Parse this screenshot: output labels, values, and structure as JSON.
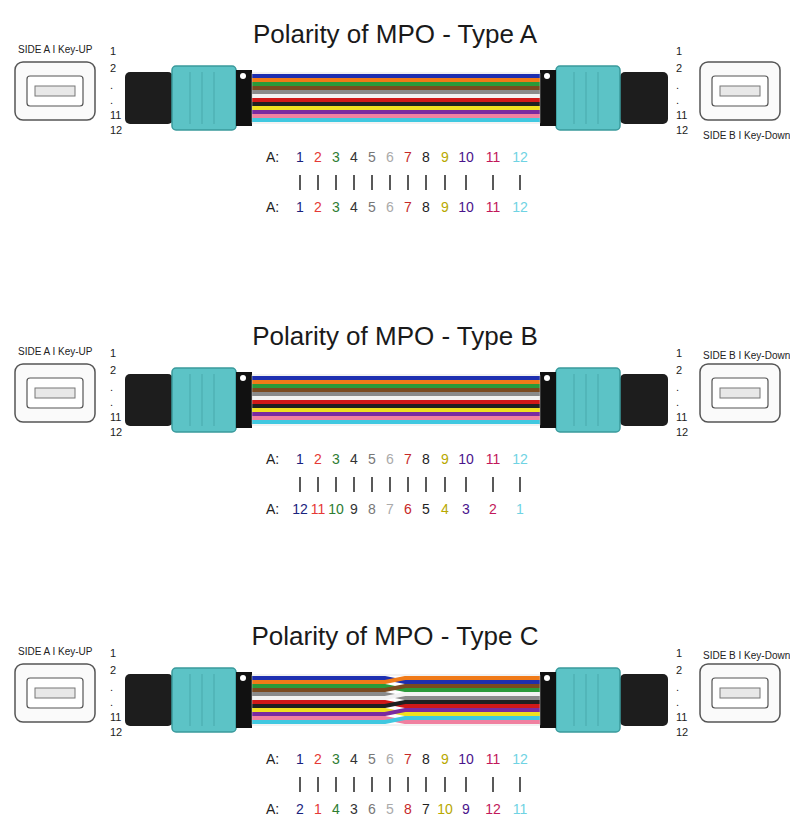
{
  "diagram": {
    "labels": [
      "Polarity of MPO - Type A",
      "SIDE A I Key-UP",
      "1",
      "2",
      ".",
      ".",
      "11",
      "12",
      "SIDE B I Key-Down",
      "1",
      "2",
      ".",
      ".",
      "11",
      "12",
      "A:",
      "1",
      "2",
      "3",
      "4",
      "5",
      "6",
      "7",
      "8",
      "9",
      "10",
      "11",
      "12",
      "A:",
      "1",
      "2",
      "3",
      "4",
      "5",
      "6",
      "7",
      "8",
      "9",
      "10",
      "11",
      "12",
      "Polarity of MPO - Type B",
      "SIDE A I Key-UP",
      "1",
      "2",
      ".",
      ".",
      "11",
      "12",
      "SIDE B I Key-Down",
      "1",
      "2",
      ".",
      ".",
      "11",
      "12",
      "A:",
      "1",
      "2",
      "3",
      "4",
      "5",
      "6",
      "7",
      "8",
      "9",
      "10",
      "11",
      "12",
      "A:",
      "12",
      "11",
      "10",
      "9",
      "8",
      "7",
      "6",
      "5",
      "4",
      "3",
      "2",
      "1",
      "Polarity of MPO - Type C",
      "SIDE A I Key-UP",
      "1",
      "2",
      ".",
      ".",
      "11",
      "12",
      "SIDE B I Key-Down",
      "1",
      "2",
      ".",
      ".",
      "11",
      "12",
      "A:",
      "1",
      "2",
      "3",
      "4",
      "5",
      "6",
      "7",
      "8",
      "9",
      "10",
      "11",
      "12",
      "A:",
      "2",
      "1",
      "4",
      "3",
      "6",
      "5",
      "8",
      "7",
      "10",
      "9",
      "12",
      "11"
    ]
  }
}
